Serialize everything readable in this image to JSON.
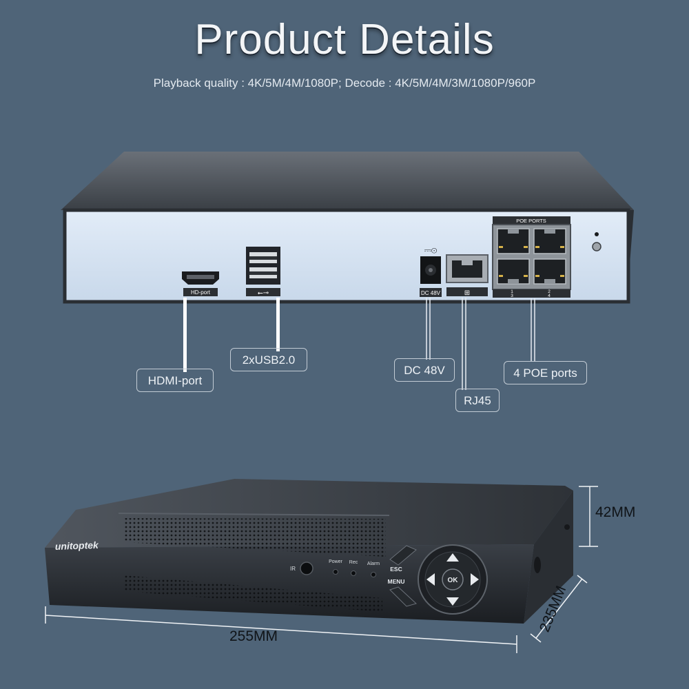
{
  "header": {
    "title": "Product Details",
    "subtitle": "Playback quality : 4K/5M/4M/1080P; Decode : 4K/5M/4M/3M/1080P/960P"
  },
  "rear_panel": {
    "hd_label": "HD-port",
    "poe_header": "POE PORTS",
    "dc_label": "DC 48V",
    "poe_nums": [
      "1",
      "2",
      "3",
      "4"
    ]
  },
  "callouts": {
    "hdmi": "HDMI-port",
    "usb": "2xUSB2.0",
    "dc": "DC 48V",
    "rj45": "RJ45",
    "poe": "4 POE ports"
  },
  "front_panel": {
    "brand": "unitoptek",
    "ir": "IR",
    "power": "Power",
    "rec": "Rec",
    "alarm": "Alarm",
    "esc": "ESC",
    "menu": "MENU",
    "ok": "OK"
  },
  "dimensions": {
    "width": "255MM",
    "height": "42MM",
    "depth": "235MM"
  },
  "colors": {
    "background": "#4f6478",
    "panel": "#d3e2f4",
    "case": "#2c3137"
  }
}
